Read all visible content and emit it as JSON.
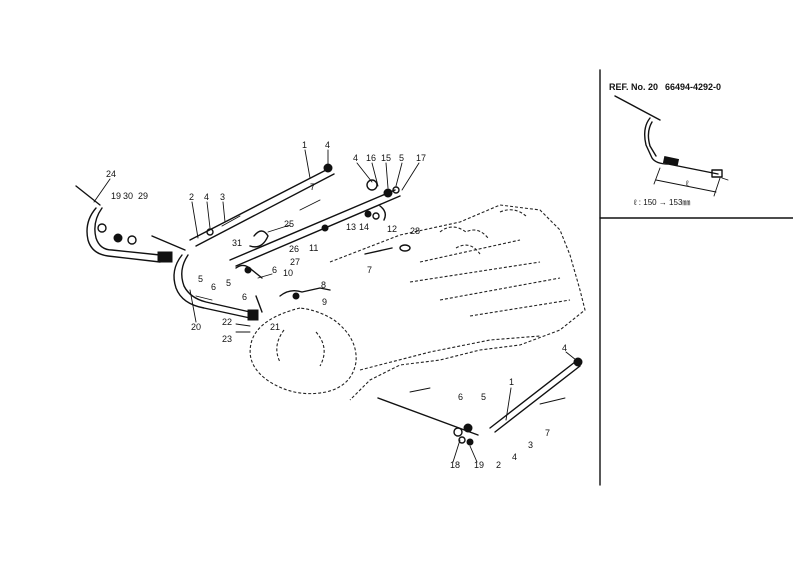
{
  "inset": {
    "ref_label": "REF. No. 20",
    "part_number": "66494-4292-0",
    "dimension_symbol": "ℓ",
    "dimension_note": "ℓ : 150 → 153㎜"
  },
  "callouts": [
    {
      "id": "c1a",
      "text": "1"
    },
    {
      "id": "c4a",
      "text": "4"
    },
    {
      "id": "c4b",
      "text": "4"
    },
    {
      "id": "c16",
      "text": "16"
    },
    {
      "id": "c15",
      "text": "15"
    },
    {
      "id": "c5a",
      "text": "5"
    },
    {
      "id": "c17",
      "text": "17"
    },
    {
      "id": "c24",
      "text": "24"
    },
    {
      "id": "c19a",
      "text": "19"
    },
    {
      "id": "c30",
      "text": "30"
    },
    {
      "id": "c29",
      "text": "29"
    },
    {
      "id": "c2a",
      "text": "2"
    },
    {
      "id": "c4c",
      "text": "4"
    },
    {
      "id": "c3a",
      "text": "3"
    },
    {
      "id": "c7a",
      "text": "7"
    },
    {
      "id": "c25",
      "text": "25"
    },
    {
      "id": "c13",
      "text": "13"
    },
    {
      "id": "c14",
      "text": "14"
    },
    {
      "id": "c12",
      "text": "12"
    },
    {
      "id": "c28",
      "text": "28"
    },
    {
      "id": "c11",
      "text": "11"
    },
    {
      "id": "c31",
      "text": "31"
    },
    {
      "id": "c26",
      "text": "26"
    },
    {
      "id": "c27",
      "text": "27"
    },
    {
      "id": "c6a",
      "text": "6"
    },
    {
      "id": "c10",
      "text": "10"
    },
    {
      "id": "c5b",
      "text": "5"
    },
    {
      "id": "c5c",
      "text": "5"
    },
    {
      "id": "c6b",
      "text": "6"
    },
    {
      "id": "c7b",
      "text": "7"
    },
    {
      "id": "c8",
      "text": "8"
    },
    {
      "id": "c9",
      "text": "9"
    },
    {
      "id": "c6c",
      "text": "6"
    },
    {
      "id": "c20",
      "text": "20"
    },
    {
      "id": "c22",
      "text": "22"
    },
    {
      "id": "c21",
      "text": "21"
    },
    {
      "id": "c23",
      "text": "23"
    },
    {
      "id": "c4d",
      "text": "4"
    },
    {
      "id": "c1b",
      "text": "1"
    },
    {
      "id": "c6d",
      "text": "6"
    },
    {
      "id": "c5d",
      "text": "5"
    },
    {
      "id": "c7c",
      "text": "7"
    },
    {
      "id": "c3b",
      "text": "3"
    },
    {
      "id": "c4e",
      "text": "4"
    },
    {
      "id": "c2b",
      "text": "2"
    },
    {
      "id": "c18",
      "text": "18"
    },
    {
      "id": "c19b",
      "text": "19"
    }
  ]
}
